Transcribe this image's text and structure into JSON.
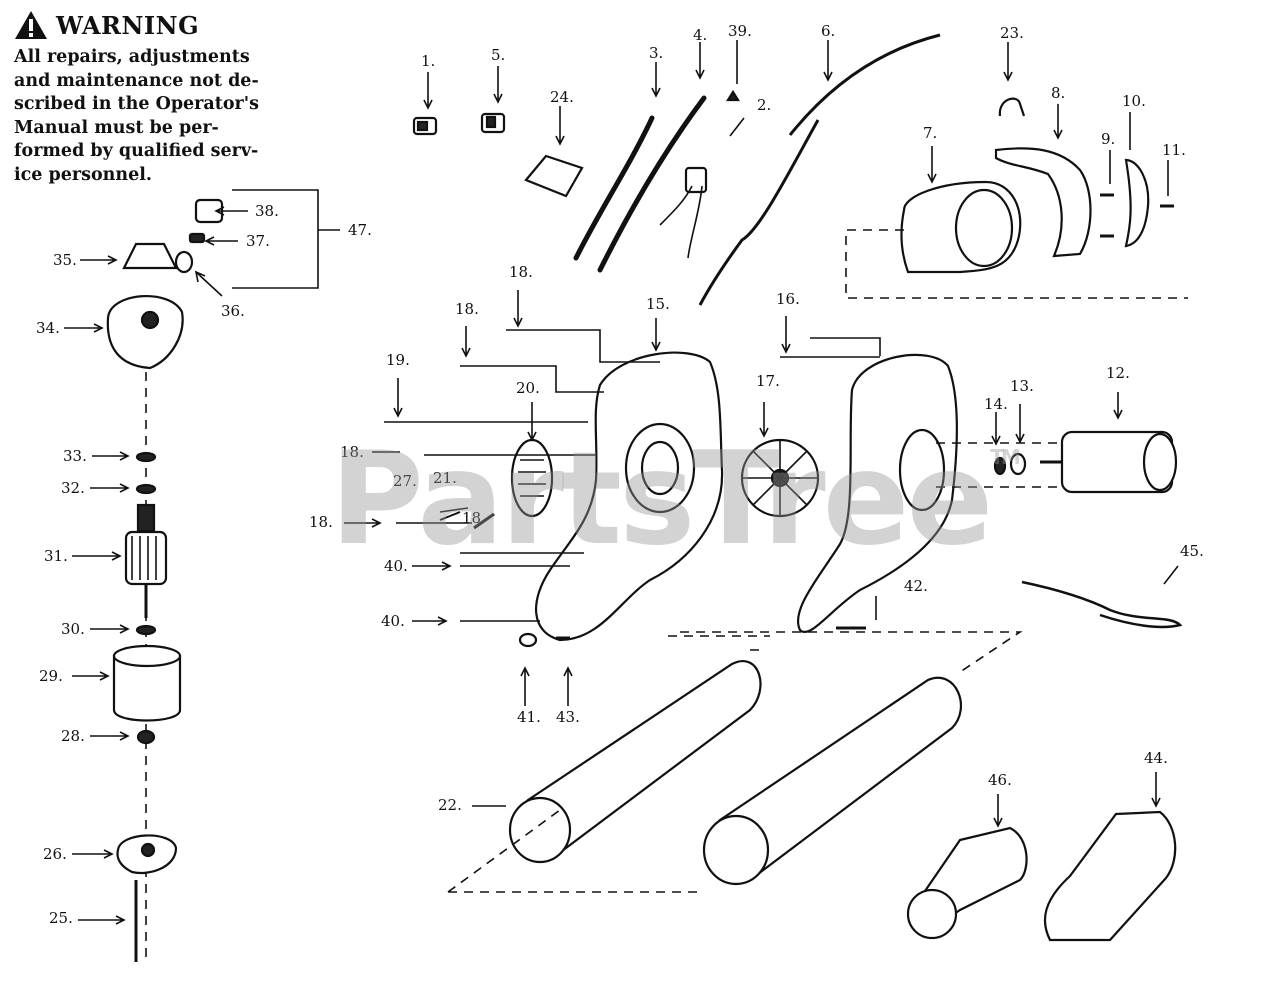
{
  "warning": {
    "title": "WARNING",
    "body_lines": [
      "All repairs, adjustments",
      "and maintenance not de-",
      "scribed in the Operator's",
      "Manual must be per-",
      "formed by qualified serv-",
      "ice personnel."
    ],
    "icon": "warning-triangle-icon"
  },
  "watermark": {
    "text": "PartsTree",
    "mark": "TM"
  },
  "callouts": [
    "1.",
    "2.",
    "3.",
    "4.",
    "5.",
    "6.",
    "7.",
    "8.",
    "9.",
    "10.",
    "11.",
    "12.",
    "13.",
    "14.",
    "15.",
    "16.",
    "17.",
    "18.",
    "18.",
    "18.",
    "18.",
    "18.",
    "19.",
    "20.",
    "21.",
    "22.",
    "23.",
    "24.",
    "25.",
    "26.",
    "27.",
    "28.",
    "29.",
    "30.",
    "31.",
    "32.",
    "33.",
    "34.",
    "35.",
    "36.",
    "37.",
    "38.",
    "39.",
    "40.",
    "40.",
    "41.",
    "42.",
    "43.",
    "44.",
    "45.",
    "46.",
    "47."
  ]
}
